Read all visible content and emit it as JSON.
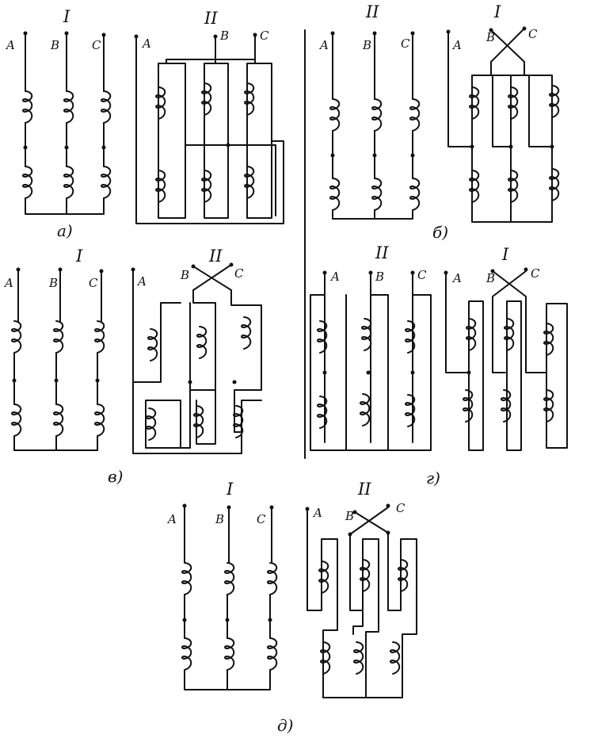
{
  "panels": {
    "a": {
      "caption": "a)",
      "star_numeral": "I",
      "star_terminals": [
        "A",
        "B",
        "C"
      ],
      "zigzag_numeral": "II",
      "zigzag_terminals": [
        "A",
        "B",
        "C"
      ]
    },
    "b": {
      "caption": "б)",
      "zigzag_numeral": "II",
      "zigzag_terminals": [
        "A",
        "B",
        "C"
      ],
      "cross_numeral": "I",
      "cross_terminals": [
        "A",
        "B",
        "C"
      ]
    },
    "v": {
      "caption": "в)",
      "star_numeral": "I",
      "star_terminals": [
        "A",
        "B",
        "C"
      ],
      "cross_numeral": "II",
      "cross_terminals": [
        "A",
        "B",
        "C"
      ]
    },
    "g": {
      "caption": "г)",
      "zigzag_numeral": "II",
      "zigzag_terminals": [
        "A",
        "B",
        "C"
      ],
      "cross_numeral": "I",
      "cross_terminals": [
        "A",
        "B",
        "C"
      ]
    },
    "d": {
      "caption": "д)",
      "star_numeral": "I",
      "star_terminals": [
        "A",
        "B",
        "C"
      ],
      "cross_numeral": "II",
      "cross_terminals": [
        "A",
        "B",
        "C"
      ]
    }
  }
}
